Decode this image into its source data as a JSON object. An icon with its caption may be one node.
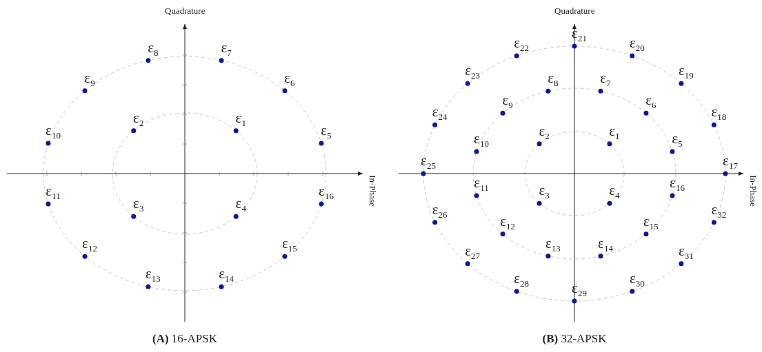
{
  "diagram": {
    "labels": [
      "Quadrature",
      "In-Phase",
      "ε$_{1}$",
      "ε$_{2}$",
      "ε$_{3}$",
      "ε$_{4}$",
      "ε$_{5}$",
      "ε$_{6}$",
      "ε$_{7}$",
      "ε$_{8}$",
      "ε$_{9}$",
      "ε$_{10}$",
      "ε$_{11}$",
      "ε$_{12}$",
      "ε$_{13}$",
      "ε$_{14}$",
      "ε$_{15}$",
      "ε$_{16}$",
      "**(A)** 16-APSK",
      "Quadrature",
      "In-Phase",
      "ε$_{1}$",
      "ε$_{2}$",
      "ε$_{3}$",
      "ε$_{4}$",
      "ε$_{5}$",
      "ε$_{6}$",
      "ε$_{7}$",
      "ε$_{8}$",
      "ε$_{9}$",
      "ε$_{10}$",
      "ε$_{11}$",
      "ε$_{12}$",
      "ε$_{13}$",
      "ε$_{14}$",
      "ε$_{15}$",
      "ε$_{16}$",
      "ε$_{17}$",
      "ε$_{18}$",
      "ε$_{19}$",
      "ε$_{20}$",
      "ε$_{21}$",
      "ε$_{22}$",
      "ε$_{23}$",
      "ε$_{24}$",
      "ε$_{25}$",
      "ε$_{26}$",
      "ε$_{27}$",
      "ε$_{28}$",
      "ε$_{29}$",
      "ε$_{30}$",
      "ε$_{31}$",
      "ε$_{32}$",
      "**(B)** 32-APSK"
    ]
  }
}
